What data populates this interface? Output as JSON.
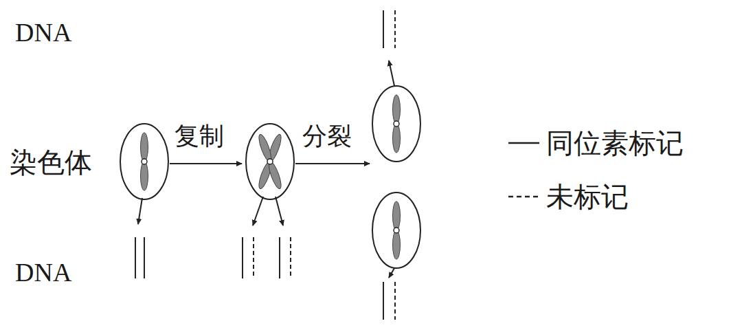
{
  "diagram": {
    "labels": [
      "DNA",
      "染色体",
      "复制",
      "分裂",
      "DNA"
    ],
    "legend": [
      {
        "text": "同位素标记"
      },
      {
        "text": "未标记"
      }
    ]
  }
}
